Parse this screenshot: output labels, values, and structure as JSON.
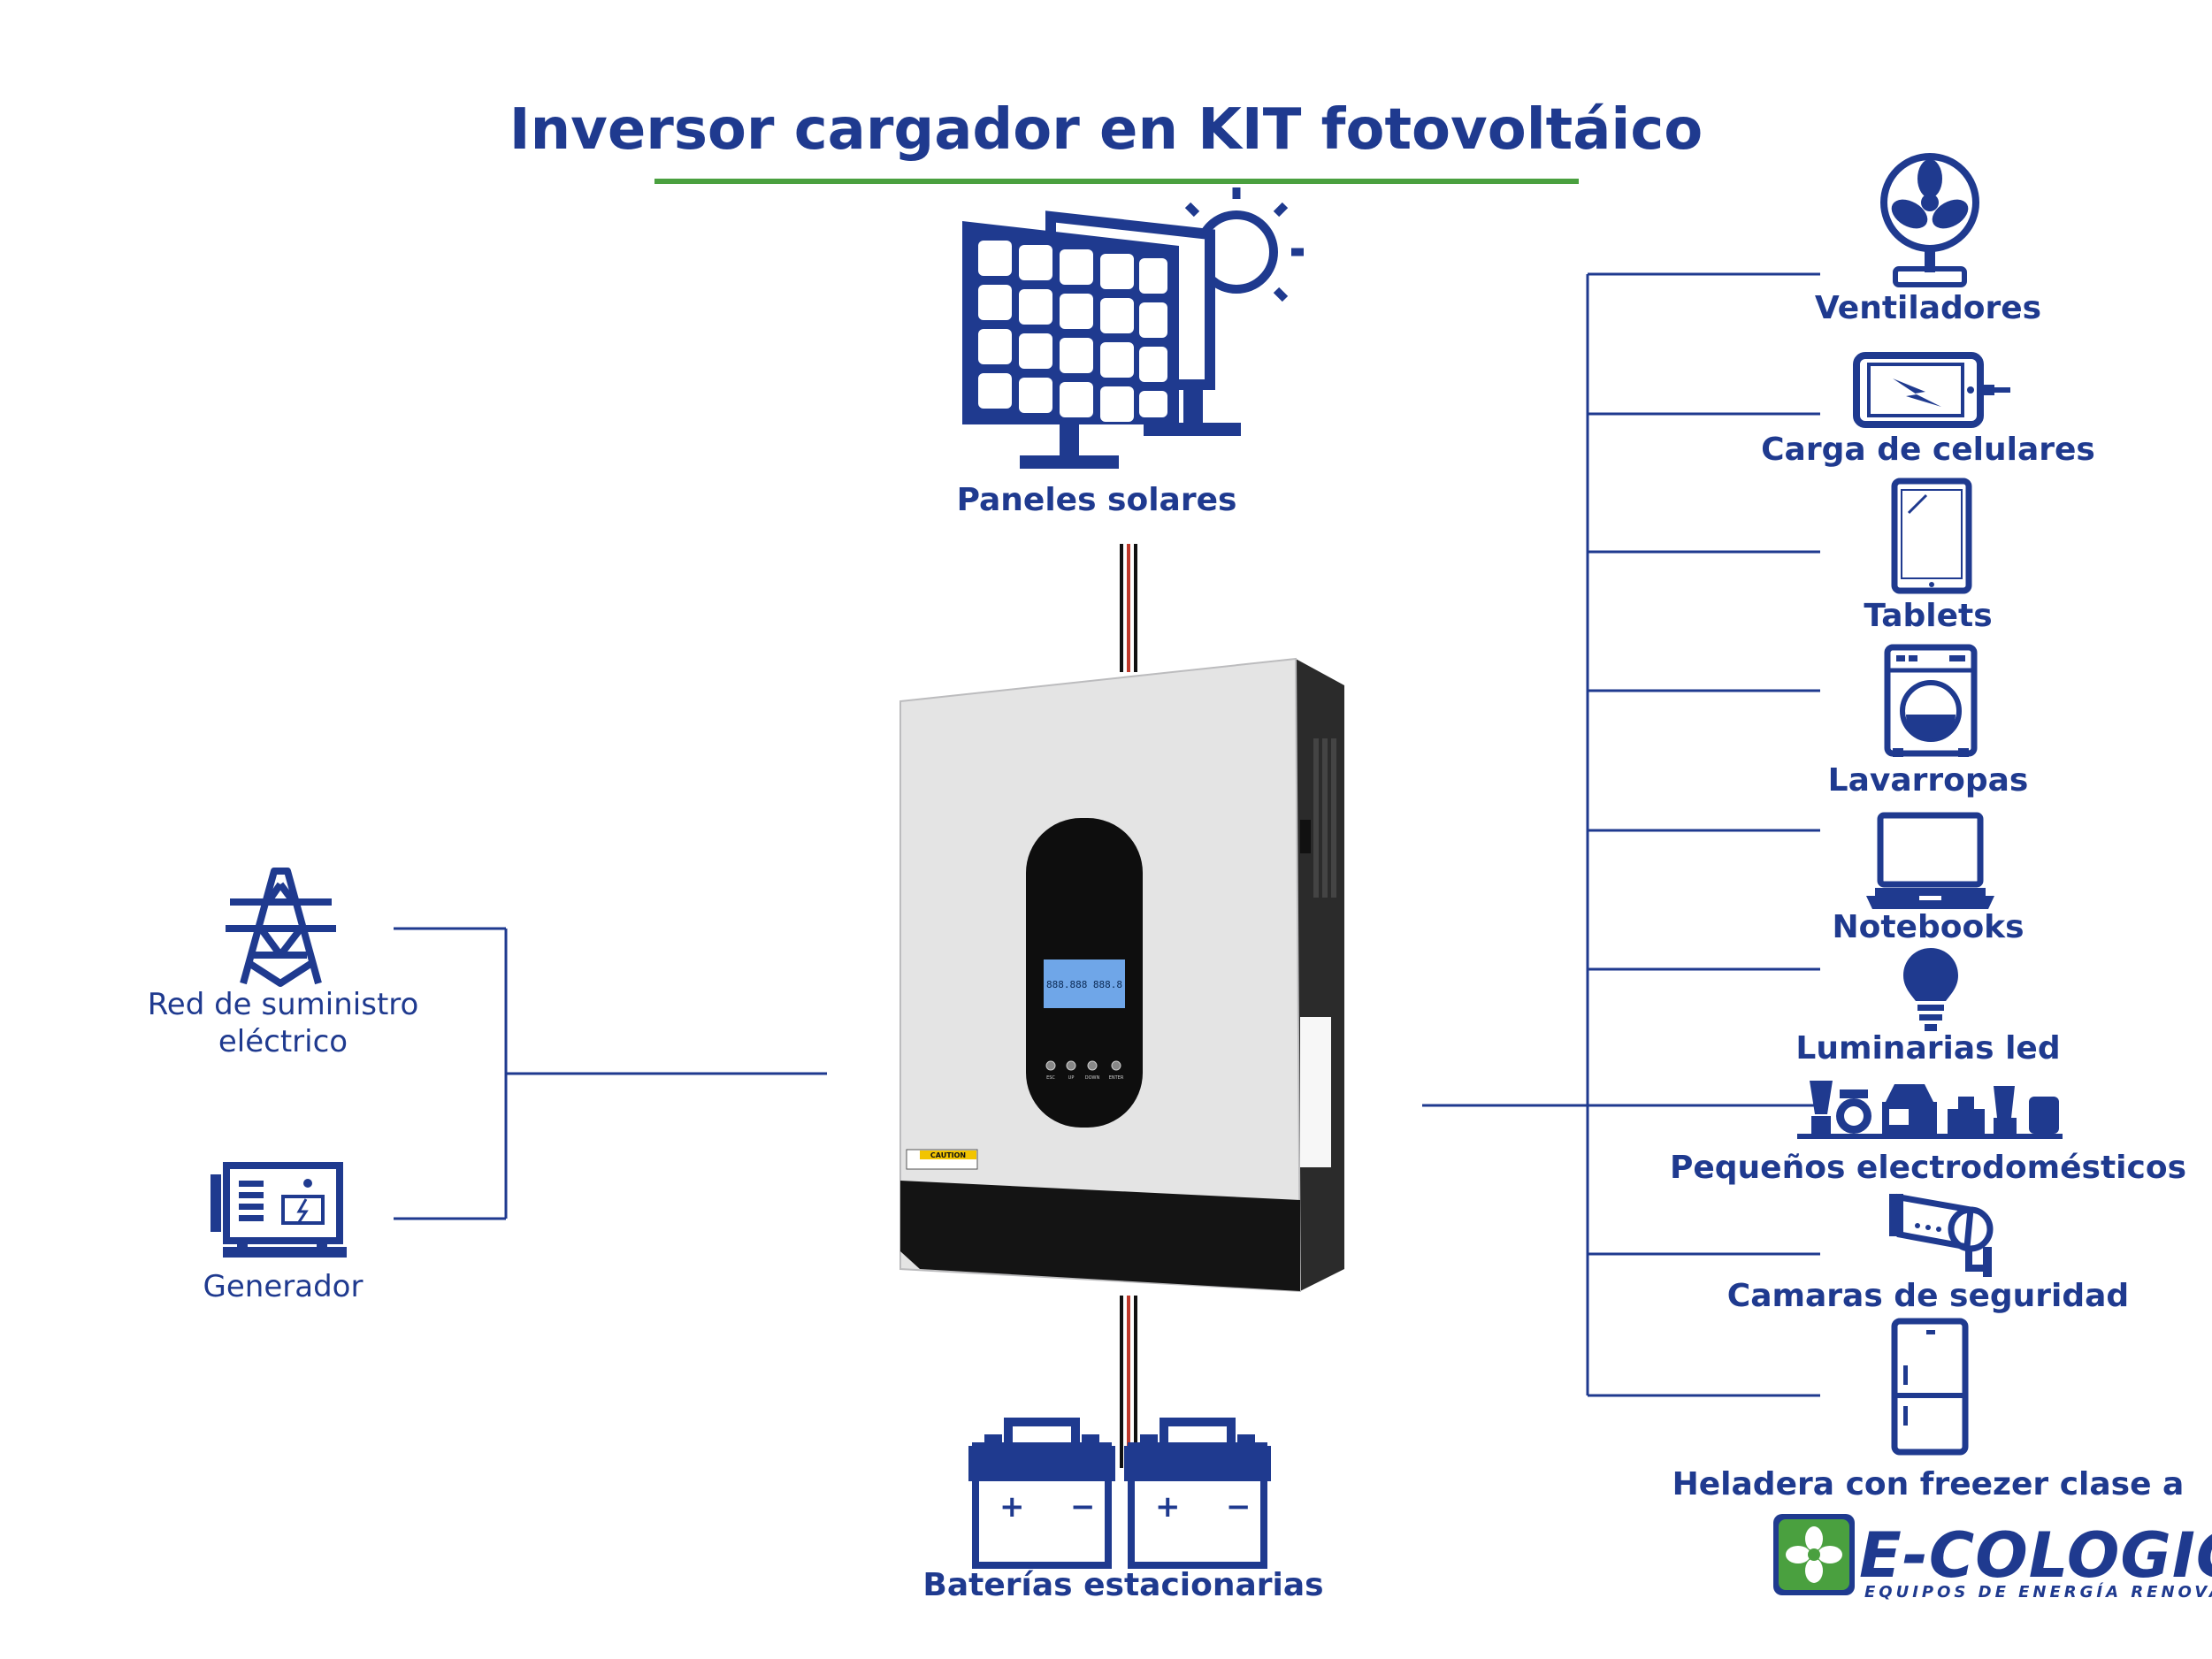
{
  "title": "Inversor cargador en KIT fotovoltáico",
  "colors": {
    "primary": "#1f3a8f",
    "accent_green": "#4aa03f",
    "cable_red": "#c0392b"
  },
  "sources": {
    "solar": {
      "label": "Paneles solares",
      "icon": "solar-panels-icon"
    },
    "grid": {
      "label": "Red de suministro eléctrico",
      "icon": "power-tower-icon"
    },
    "generator": {
      "label": "Generador",
      "icon": "generator-icon"
    },
    "batteries": {
      "label": "Baterías estacionarias",
      "icon": "battery-icon"
    }
  },
  "loads": [
    {
      "label": "Ventiladores",
      "icon": "fan-icon"
    },
    {
      "label": "Carga de celulares",
      "icon": "phone-charging-icon"
    },
    {
      "label": "Tablets",
      "icon": "tablet-icon"
    },
    {
      "label": "Lavarropas",
      "icon": "washing-machine-icon"
    },
    {
      "label": "Notebooks",
      "icon": "laptop-icon"
    },
    {
      "label": "Luminarias led",
      "icon": "lightbulb-icon"
    },
    {
      "label": "Pequeños electrodomésticos",
      "icon": "small-appliances-icon"
    },
    {
      "label": "Camaras de seguridad",
      "icon": "security-camera-icon"
    },
    {
      "label": "Heladera con freezer clase a",
      "icon": "fridge-icon"
    }
  ],
  "inverter": {
    "caution_label": "CAUTION",
    "buttons": [
      "ESC",
      "UP",
      "DOWN",
      "ENTER"
    ],
    "lcd_readout": "888.888 888.8"
  },
  "logo": {
    "name": "E-COLOGICA",
    "tagline": "EQUIPOS DE ENERGÍA RENOVABLE"
  }
}
